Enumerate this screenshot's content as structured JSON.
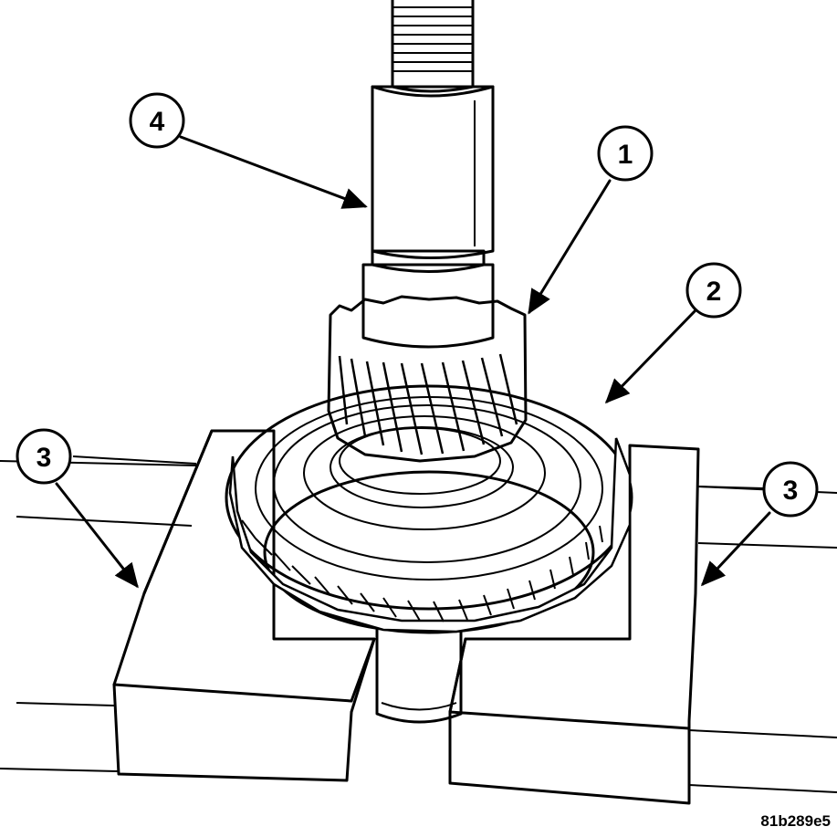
{
  "figure_id": "81b289e5",
  "callouts": [
    {
      "number": "1"
    },
    {
      "number": "2"
    },
    {
      "number": "3"
    },
    {
      "number": "3"
    },
    {
      "number": "4"
    }
  ]
}
